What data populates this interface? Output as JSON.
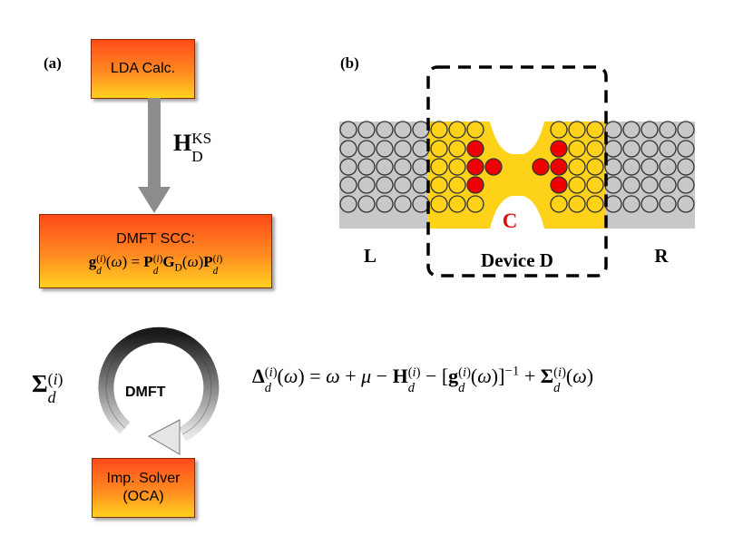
{
  "panel_a": {
    "label": "(a)",
    "lda_box": "LDA Calc.",
    "hamiltonian_label": {
      "main": "H",
      "sup": "KS",
      "sub": "D"
    },
    "dmft_scc_box": {
      "title": "DMFT SCC:",
      "equation": "g_d^(i)(ω) = P_d^(i) G_D(ω) P_d^(i)"
    },
    "cycle_label": "DMFT",
    "self_energy_label": "Σ_d^(i)",
    "solver_box": {
      "line1": "Imp. Solver",
      "line2": "(OCA)"
    }
  },
  "panel_b": {
    "label": "(b)",
    "left_lead": "L",
    "right_lead": "R",
    "device_label": "Device D",
    "center_label": "C"
  },
  "hybridization_equation": "Δ_d^(i)(ω) = ω + μ − H_d^(i) − [g_d^(i)(ω)]^−1 + Σ_d^(i)(ω)",
  "colors": {
    "box_top": "#ff4a1a",
    "box_bottom": "#ffd21f",
    "lead_gray": "#c8c8c8",
    "device_yellow": "#ffd21a",
    "center_atom_red": "#ee0000",
    "center_label_red": "#dd1111",
    "arrow_gray": "#8c8c8c"
  }
}
